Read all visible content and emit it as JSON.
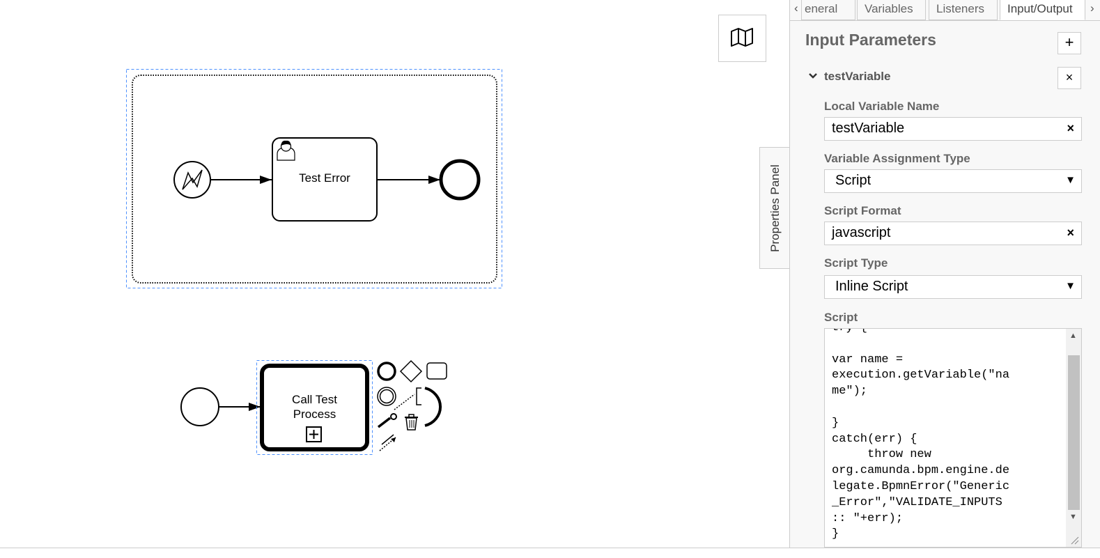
{
  "diagram": {
    "subprocess": {
      "task_label": "Test Error",
      "start_event": "error-start-event",
      "end_event": "end-event"
    },
    "call_activity": {
      "label_line1": "Call Test",
      "label_line2": "Process",
      "marker": "collapsed-subprocess-marker-icon"
    },
    "context_pad": [
      "end-event-icon",
      "gateway-icon",
      "task-icon",
      "intermediate-event-icon",
      "text-annotation-icon",
      "connect-icon",
      "delete-icon",
      "replace-icon"
    ]
  },
  "minimap": {
    "icon": "map-icon"
  },
  "panel_toggle": {
    "label": "Properties Panel"
  },
  "properties_panel": {
    "tabs": [
      {
        "label": "General",
        "visible_text": "eneral"
      },
      {
        "label": "Variables"
      },
      {
        "label": "Listeners"
      },
      {
        "label": "Input/Output",
        "active": true
      }
    ],
    "tab_scroll_left": "‹",
    "tab_scroll_right": "›",
    "group_title": "Input Parameters",
    "add_button": "+",
    "parameter": {
      "name": "testVariable",
      "remove_button": "×",
      "local_name_label": "Local Variable Name",
      "local_name_value": "testVariable",
      "assignment_type_label": "Variable Assignment Type",
      "assignment_type_value": "Script",
      "script_format_label": "Script Format",
      "script_format_value": "javascript",
      "script_type_label": "Script Type",
      "script_type_value": "Inline Script",
      "script_label": "Script",
      "script_value": "try {\n\nvar name =\nexecution.getVariable(\"na\nme\");\n\n}\ncatch(err) {\n     throw new\norg.camunda.bpm.engine.de\nlegate.BpmnError(\"Generic\n_Error\",\"VALIDATE_INPUTS\n:: \"+err);\n}"
    },
    "clear_symbol": "×",
    "dropdown_symbol": "▼"
  }
}
